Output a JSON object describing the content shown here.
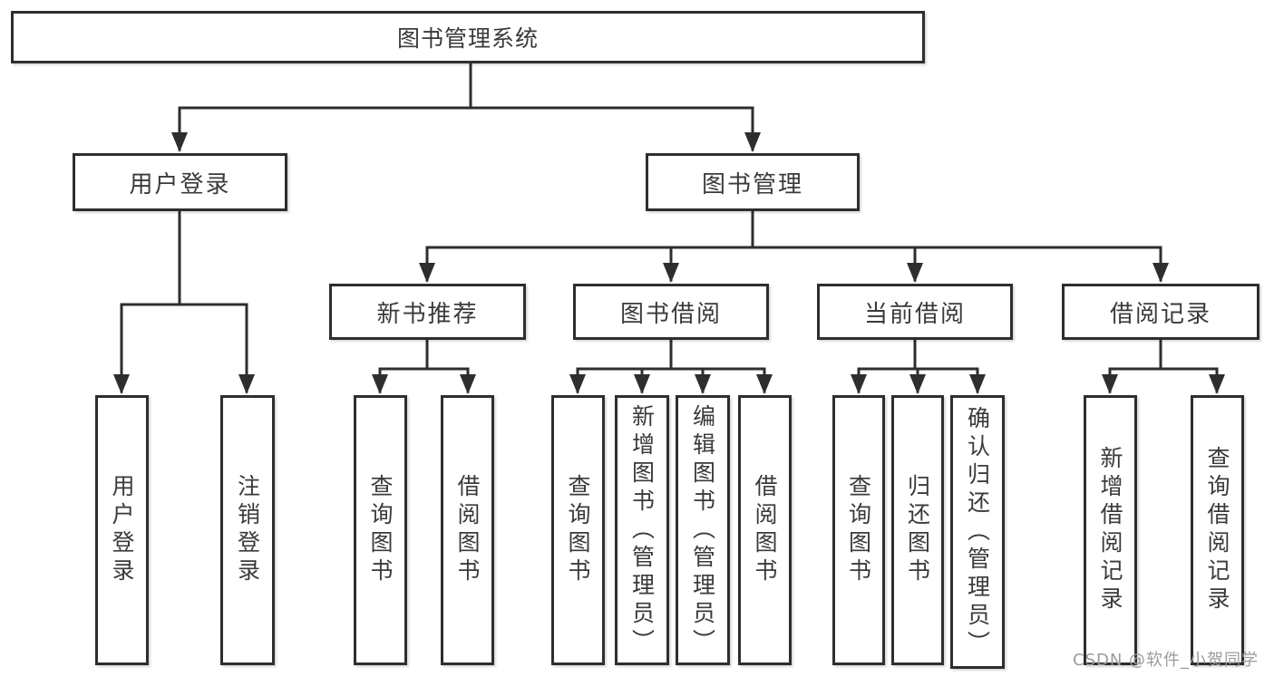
{
  "diagram": {
    "root": "图书管理系统",
    "nodes": {
      "user_login": "用户登录",
      "book_management": "图书管理",
      "new_book_recommend": "新书推荐",
      "book_borrowing": "图书借阅",
      "current_borrowing": "当前借阅",
      "borrowing_records": "借阅记录"
    },
    "leaves": {
      "user_login": [
        "用户登录",
        "注销登录"
      ],
      "new_book_recommend": [
        "查询图书",
        "借阅图书"
      ],
      "book_borrowing": [
        "查询图书",
        "新增图书（管理员）",
        "编辑图书（管理员）",
        "借阅图书"
      ],
      "current_borrowing": [
        "查询图书",
        "归还图书",
        "确认归还（管理员）"
      ],
      "borrowing_records": [
        "新增借阅记录",
        "查询借阅记录"
      ]
    }
  },
  "watermark": {
    "text": "CSDN @软件_小贺同学",
    "color": "#9b9b9b"
  },
  "colors": {
    "background": "#ffffff",
    "box_fill": "#ffffff",
    "box_border": "#2e2e2e",
    "line": "#2e2e2e",
    "text": "#3a3a3a"
  }
}
